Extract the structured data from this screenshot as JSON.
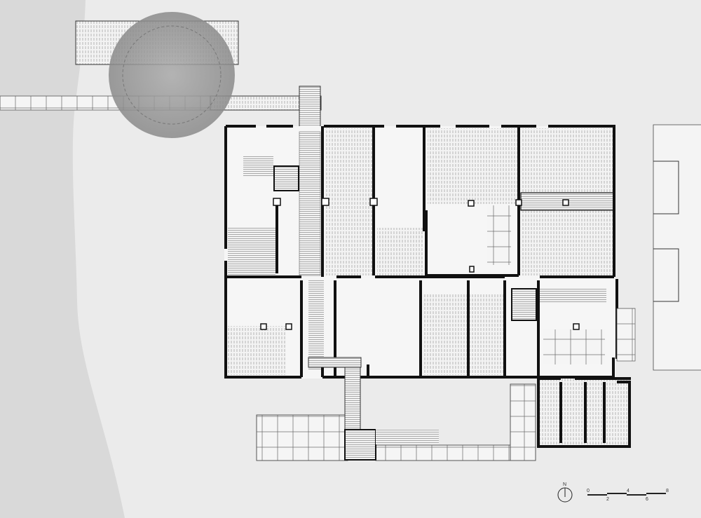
{
  "north_arrow": {
    "label": "N"
  },
  "scale_bar": {
    "ticks": [
      "0",
      "2",
      "4",
      "6",
      "8"
    ]
  }
}
